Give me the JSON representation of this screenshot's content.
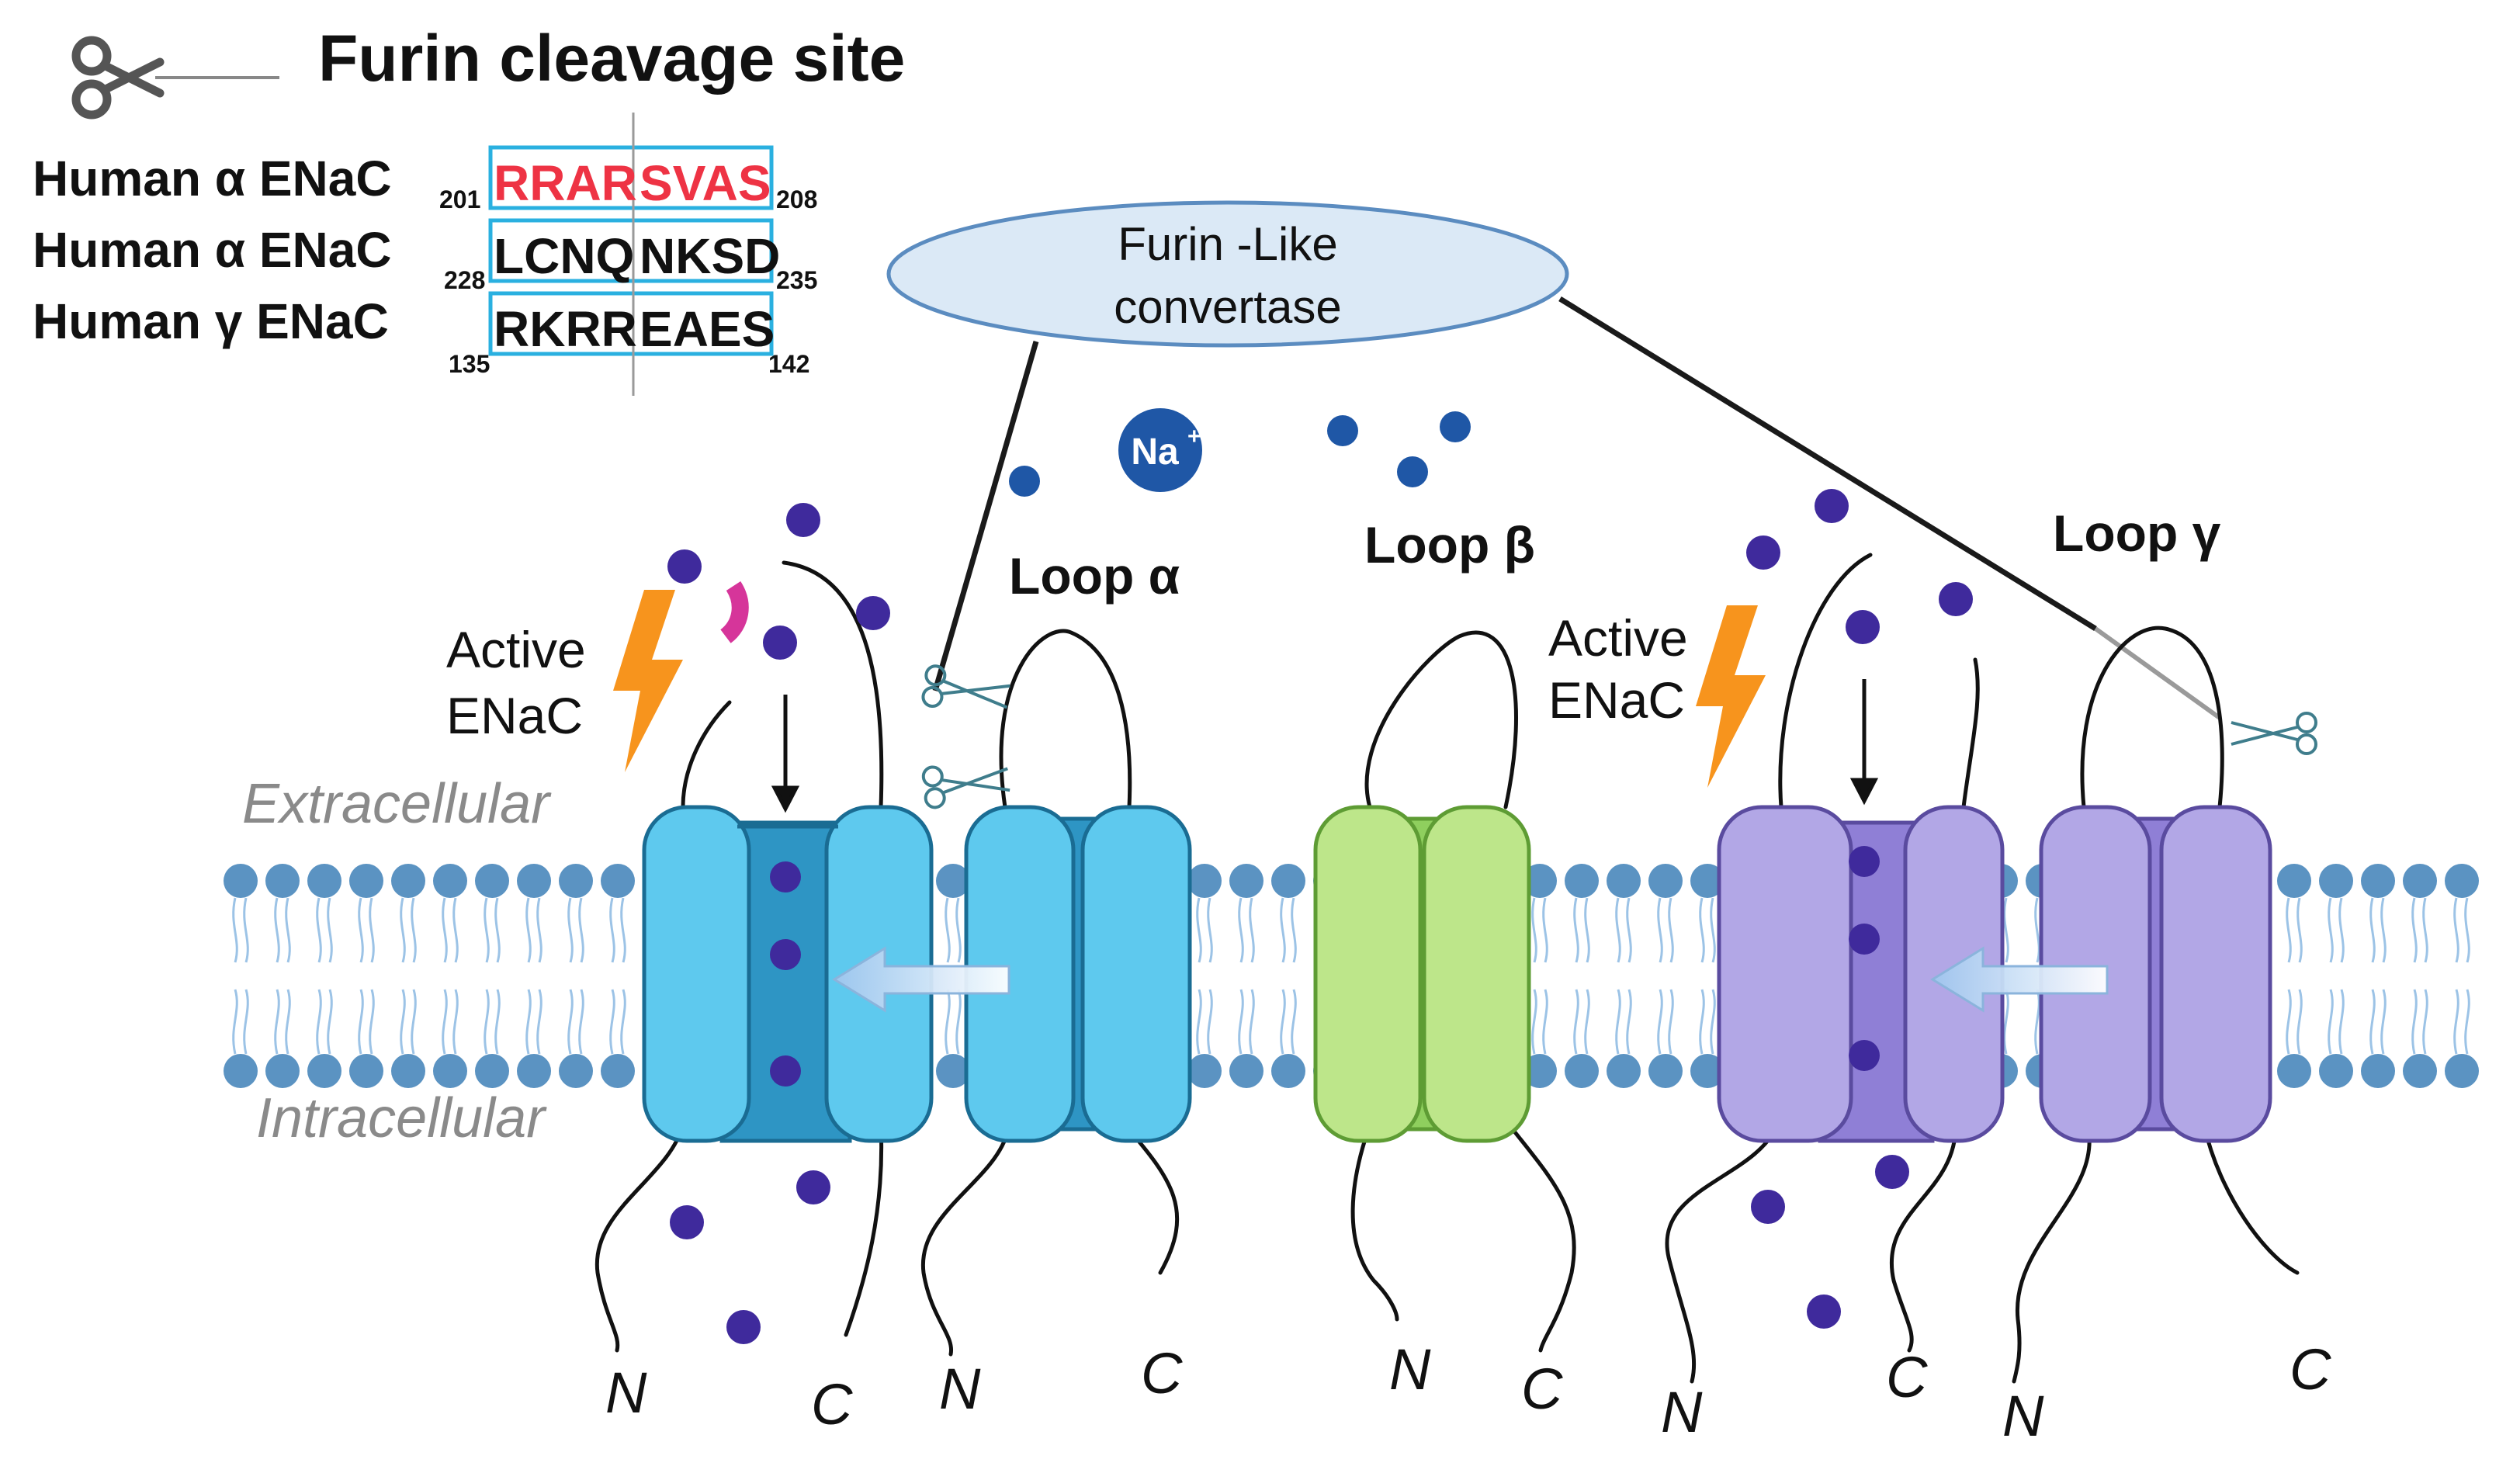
{
  "header": {
    "title": "Furin cleavage site",
    "scissors_icon": "scissors-icon"
  },
  "sequences": [
    {
      "name": "Human α ENaC",
      "left_seq": "RRAR",
      "right_seq": "SVAS",
      "start": "201",
      "end": "208",
      "highlight": true
    },
    {
      "name": "Human α ENaC",
      "left_seq": "LCNQ",
      "right_seq": "NKSD",
      "start": "228",
      "end": "235",
      "highlight": false
    },
    {
      "name": "Human γ ENaC",
      "left_seq": "RKRR",
      "right_seq": "EAES",
      "start": "135",
      "end": "142",
      "highlight": false
    }
  ],
  "enzyme": {
    "line1": "Furin -Like",
    "line2": "convertase"
  },
  "ion": {
    "symbol": "Na",
    "charge": "+"
  },
  "loops": {
    "alpha": "Loop α",
    "beta": "Loop β",
    "gamma": "Loop γ"
  },
  "active_labels": [
    {
      "line1": "Active",
      "line2": "ENaC"
    },
    {
      "line1": "Active",
      "line2": "ENaC"
    }
  ],
  "membrane": {
    "extracellular": "Extracellular",
    "intracellular": "Intracellular"
  },
  "termini": [
    "N",
    "C",
    "N",
    "C",
    "N",
    "C",
    "N",
    "C",
    "N",
    "C"
  ],
  "colors": {
    "alpha_subunit": "#5ec9ee",
    "alpha_pore": "#2e95c4",
    "beta_subunit": "#bde68a",
    "beta_pore": "#8fcf5e",
    "gamma_subunit": "#b2a7e6",
    "gamma_pore": "#8f7fd6",
    "lipid_head": "#5b93c2",
    "ion_dot": "#3f2a9c",
    "na_ion": "#1f57a6",
    "highlight_red": "#ee3344",
    "box_cyan": "#2ab0e0",
    "bolt": "#f7941d",
    "cut_fragment": "#d6359a"
  }
}
